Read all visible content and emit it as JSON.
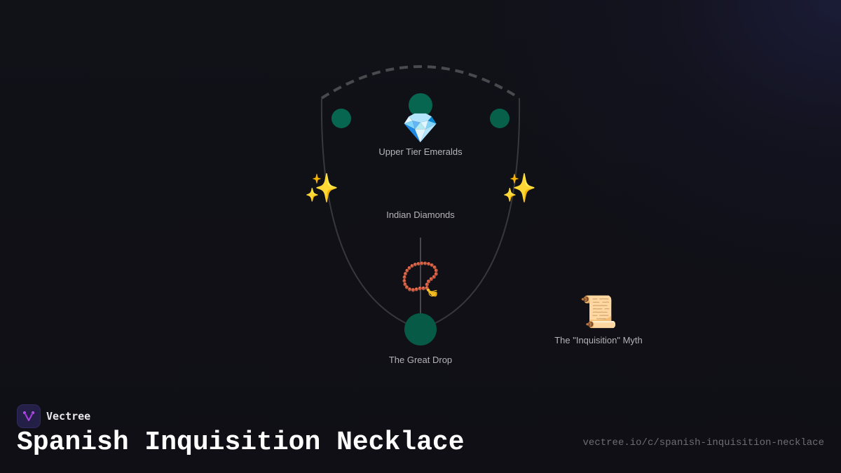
{
  "brand": {
    "name": "Vectree",
    "logo_icon": "vectree-fork-icon",
    "logo_bg": "#231f47",
    "logo_accent": "#a742e0"
  },
  "title": "Spanish Inquisition Necklace",
  "url": "vectree.io/c/spanish-inquisition-necklace",
  "colors": {
    "background": "#101017",
    "node_green": "#07664f",
    "node_green_dark": "#075a45",
    "line": "#3a3a3e",
    "dashed_line": "#4a4a4e",
    "label_text": "#b4b4b8"
  },
  "diagram": {
    "nodes": [
      {
        "id": "upper-tier-emeralds",
        "label": "Upper Tier Emeralds",
        "icon": "gem-icon",
        "emoji": "💎"
      },
      {
        "id": "indian-diamonds",
        "label": "Indian Diamonds",
        "icon": "sparkles-icon",
        "emoji": "✨"
      },
      {
        "id": "necklace",
        "label": "",
        "icon": "prayer-beads-icon",
        "emoji": "📿"
      },
      {
        "id": "the-great-drop",
        "label": "The Great Drop",
        "icon": "green-circle",
        "emoji": ""
      },
      {
        "id": "inquisition-myth",
        "label": "The \"Inquisition\" Myth",
        "icon": "scroll-icon",
        "emoji": "📜"
      }
    ],
    "sparkles_emoji": "✨"
  }
}
